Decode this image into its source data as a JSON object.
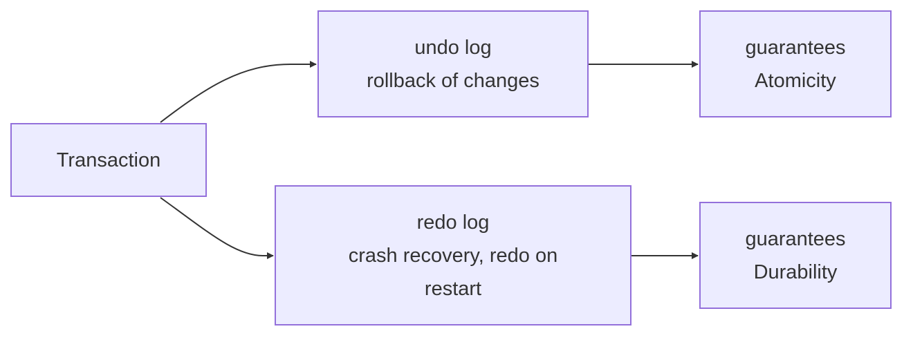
{
  "nodes": {
    "transaction": {
      "text": "Transaction"
    },
    "undo_log": {
      "title": "undo log",
      "description": "rollback of changes"
    },
    "atomicity": {
      "title": "guarantees",
      "description": "Atomicity"
    },
    "redo_log": {
      "title": "redo log",
      "description": "crash recovery, redo on restart"
    },
    "durability": {
      "title": "guarantees",
      "description": "Durability"
    }
  },
  "edges": [
    {
      "from": "transaction",
      "to": "undo_log"
    },
    {
      "from": "transaction",
      "to": "redo_log"
    },
    {
      "from": "undo_log",
      "to": "atomicity"
    },
    {
      "from": "redo_log",
      "to": "durability"
    }
  ],
  "colors": {
    "node_fill": "#ECECFF",
    "node_border": "#9370DB",
    "edge": "#333333",
    "text": "#333333"
  }
}
